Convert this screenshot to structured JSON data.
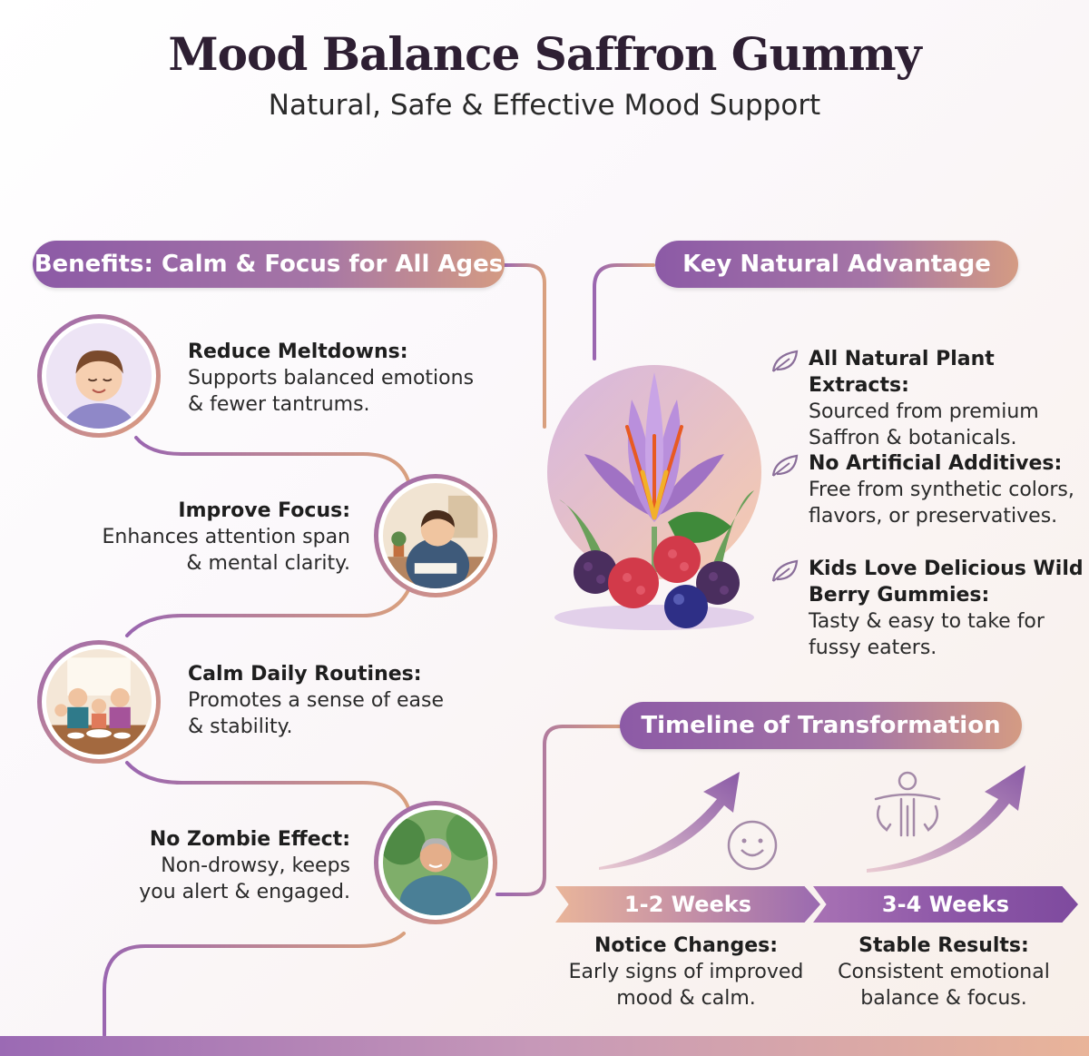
{
  "header": {
    "title": "Mood Balance Saffron Gummy",
    "subtitle": "Natural, Safe & Effective Mood Support"
  },
  "benefits": {
    "heading": "Benefits: Calm & Focus for All Ages",
    "items": [
      {
        "title": "Reduce Meltdowns:",
        "desc": "Supports balanced emotions\n& fewer tantrums."
      },
      {
        "title": "Improve Focus:",
        "desc": "Enhances attention span\n& mental clarity."
      },
      {
        "title": "Calm Daily Routines:",
        "desc": "Promotes a sense of ease\n& stability."
      },
      {
        "title": "No Zombie Effect:",
        "desc": "Non-drowsy, keeps\nyou alert & engaged."
      }
    ]
  },
  "advantage": {
    "heading": "Key Natural Advantage",
    "items": [
      {
        "title": "All Natural Plant Extracts:",
        "desc": "Sourced from premium\nSaffron & botanicals."
      },
      {
        "title": "No Artificial Additives:",
        "desc": "Free from synthetic colors,\nflavors, or preservatives."
      },
      {
        "title": "Kids Love Delicious Wild\nBerry Gummies:",
        "desc": "Tasty & easy to take for\nfussy eaters."
      }
    ]
  },
  "timeline": {
    "heading": "Timeline of Transformation",
    "stages": [
      {
        "label": "1-2 Weeks",
        "title": "Notice Changes:",
        "desc": "Early signs of improved\nmood & calm."
      },
      {
        "label": "3-4 Weeks",
        "title": "Stable Results:",
        "desc": "Consistent emotional\nbalance & focus."
      }
    ]
  },
  "colors": {
    "purple": "#8c5aa6",
    "peach": "#d99a7e",
    "title": "#2e1f33"
  }
}
